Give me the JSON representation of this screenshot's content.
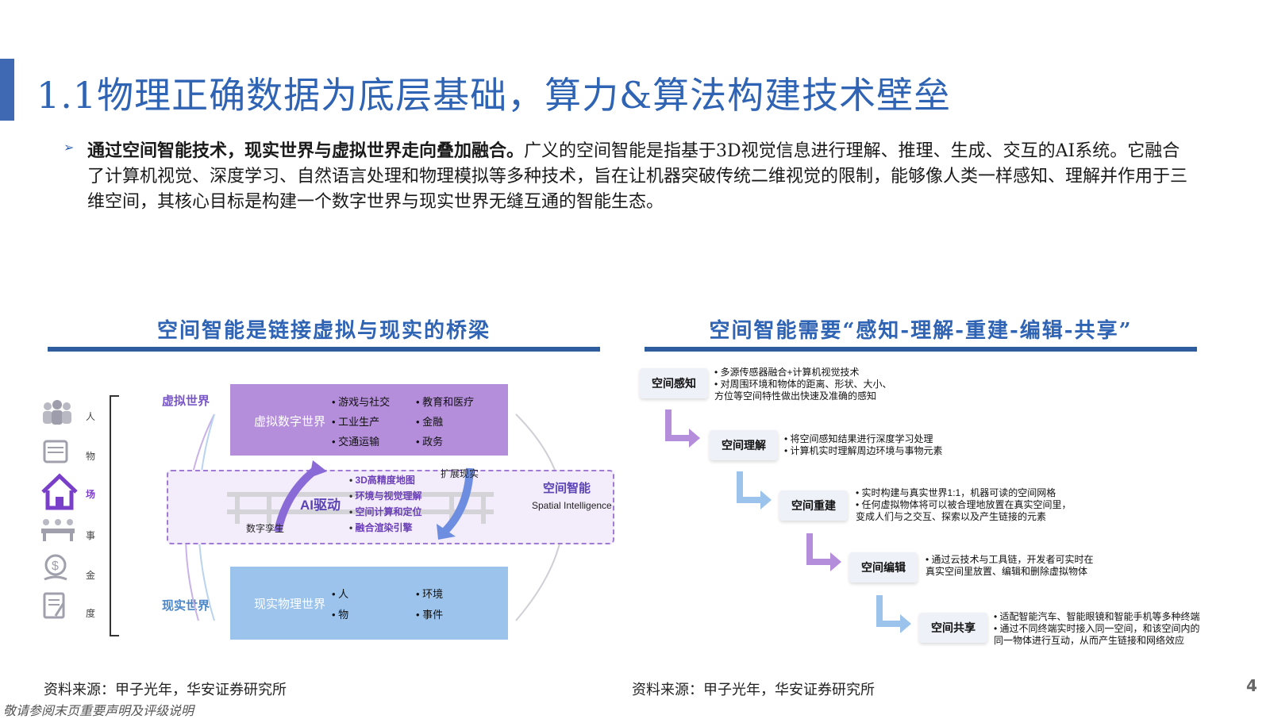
{
  "header": {
    "title": "1.1物理正确数据为底层基础，算力&算法构建技术壁垒"
  },
  "intro": {
    "bullet": "➢",
    "bold_text": "通过空间智能技术，现实世界与虚拟世界走向叠加融合。",
    "body_text": "广义的空间智能是指基于3D视觉信息进行理解、推理、生成、交互的AI系统。它融合了计算机视觉、深度学习、自然语言处理和物理模拟等多种技术，旨在让机器突破传统二维视觉的限制，能够像人类一样感知、理解并作用于三维空间，其核心目标是构建一个数字世界与现实世界无缝互通的智能生态。"
  },
  "left_panel": {
    "title": "空间智能是链接虚拟与现实的桥梁",
    "source": "资料来源：甲子光年，华安证券研究所",
    "side_icons": [
      {
        "label": "人",
        "icon": "people-icon"
      },
      {
        "label": "物",
        "icon": "box-icon"
      },
      {
        "label": "场",
        "icon": "house-icon"
      },
      {
        "label": "事",
        "icon": "meeting-icon"
      },
      {
        "label": "金",
        "icon": "money-icon"
      },
      {
        "label": "度",
        "icon": "document-icon"
      }
    ],
    "virtual_label": "虚拟世界",
    "real_label": "现实世界",
    "virtual_box": {
      "heading": "虚拟数字世界",
      "items": [
        "游戏与社交",
        "教育和医疗",
        "工业生产",
        "金融",
        "交通运输",
        "政务"
      ]
    },
    "middle": {
      "ai_drive": "AI驱动",
      "extended_reality": "扩展现实",
      "digital_twin": "数字孪生",
      "items": [
        "3D高精度地图",
        "环境与视觉理解",
        "空间计算和定位",
        "融合渲染引擎"
      ],
      "spatial_cn": "空间智能",
      "spatial_en": "Spatial Intelligence"
    },
    "real_box": {
      "heading": "现实物理世界",
      "items": [
        "人",
        "环境",
        "物",
        "事件"
      ]
    },
    "colors": {
      "virtual": "#b48ddb",
      "real": "#9cc3ec",
      "accent": "#7a57c8"
    }
  },
  "right_panel": {
    "title": "空间智能需要“感知-理解-重建-编辑-共享”",
    "source": "资料来源：甲子光年，华安证券研究所",
    "steps": [
      {
        "label": "空间感知",
        "lines": [
          "多源传感器融合+计算机视觉技术",
          "对周围环境和物体的距离、形状、大小、",
          "方位等空间特性做出快速及准确的感知"
        ]
      },
      {
        "label": "空间理解",
        "lines": [
          "将空间感知结果进行深度学习处理",
          "计算机实时理解周边环境与事物元素"
        ]
      },
      {
        "label": "空间重建",
        "lines": [
          "实时构建与真实世界1:1，机器可读的空间网格",
          "任何虚拟物体将可以被合理地放置在真实空间里，",
          "变成人们与之交互、探索以及产生链接的元素"
        ]
      },
      {
        "label": "空间编辑",
        "lines": [
          "通过云技术与工具链，开发者可实时在",
          "真实空间里放置、编辑和删除虚拟物体"
        ]
      },
      {
        "label": "空间共享",
        "lines": [
          "适配智能汽车、智能眼镜和智能手机等多种终端",
          "通过不同终端实时接入同一空间，和该空间内的",
          "同一物体进行互动，从而产生链接和网络效应"
        ]
      }
    ]
  },
  "footer": {
    "disclaimer": "敬请参阅末页重要声明及评级说明",
    "page_number": "4"
  }
}
